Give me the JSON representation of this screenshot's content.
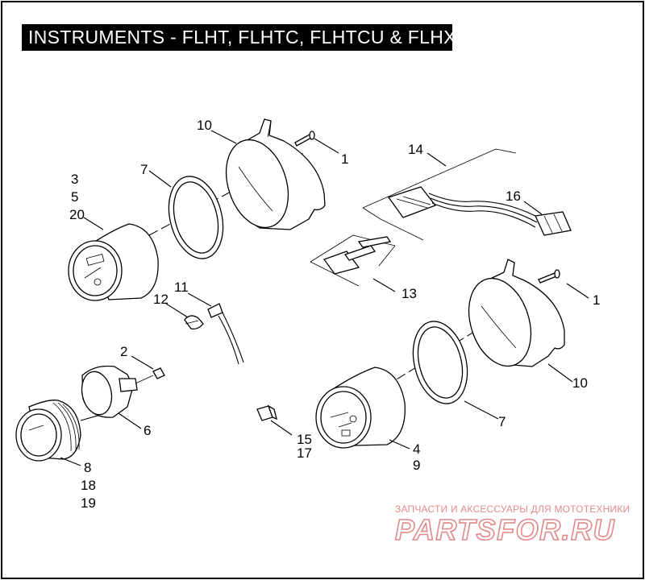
{
  "title": "INSTRUMENTS - FLHT, FLHTC, FLHTCU & FLHX",
  "callouts": {
    "c1a": "1",
    "c1b": "1",
    "c2": "2",
    "c3": "3",
    "c5": "5",
    "c20": "20",
    "c4": "4",
    "c9": "9",
    "c6": "6",
    "c7a": "7",
    "c7b": "7",
    "c8": "8",
    "c18": "18",
    "c19": "19",
    "c10a": "10",
    "c10b": "10",
    "c11": "11",
    "c12": "12",
    "c13": "13",
    "c14": "14",
    "c15": "15",
    "c16": "16",
    "c17": "17"
  },
  "watermark": {
    "subtitle": "ЗАПЧАСТИ И АКСЕССУАРЫ ДЛЯ МОТОТЕХНИКИ",
    "logo": "PARTSFOR.RU"
  },
  "colors": {
    "ink": "#000000",
    "paper": "#ffffff",
    "watermark": "#e08a8a"
  }
}
